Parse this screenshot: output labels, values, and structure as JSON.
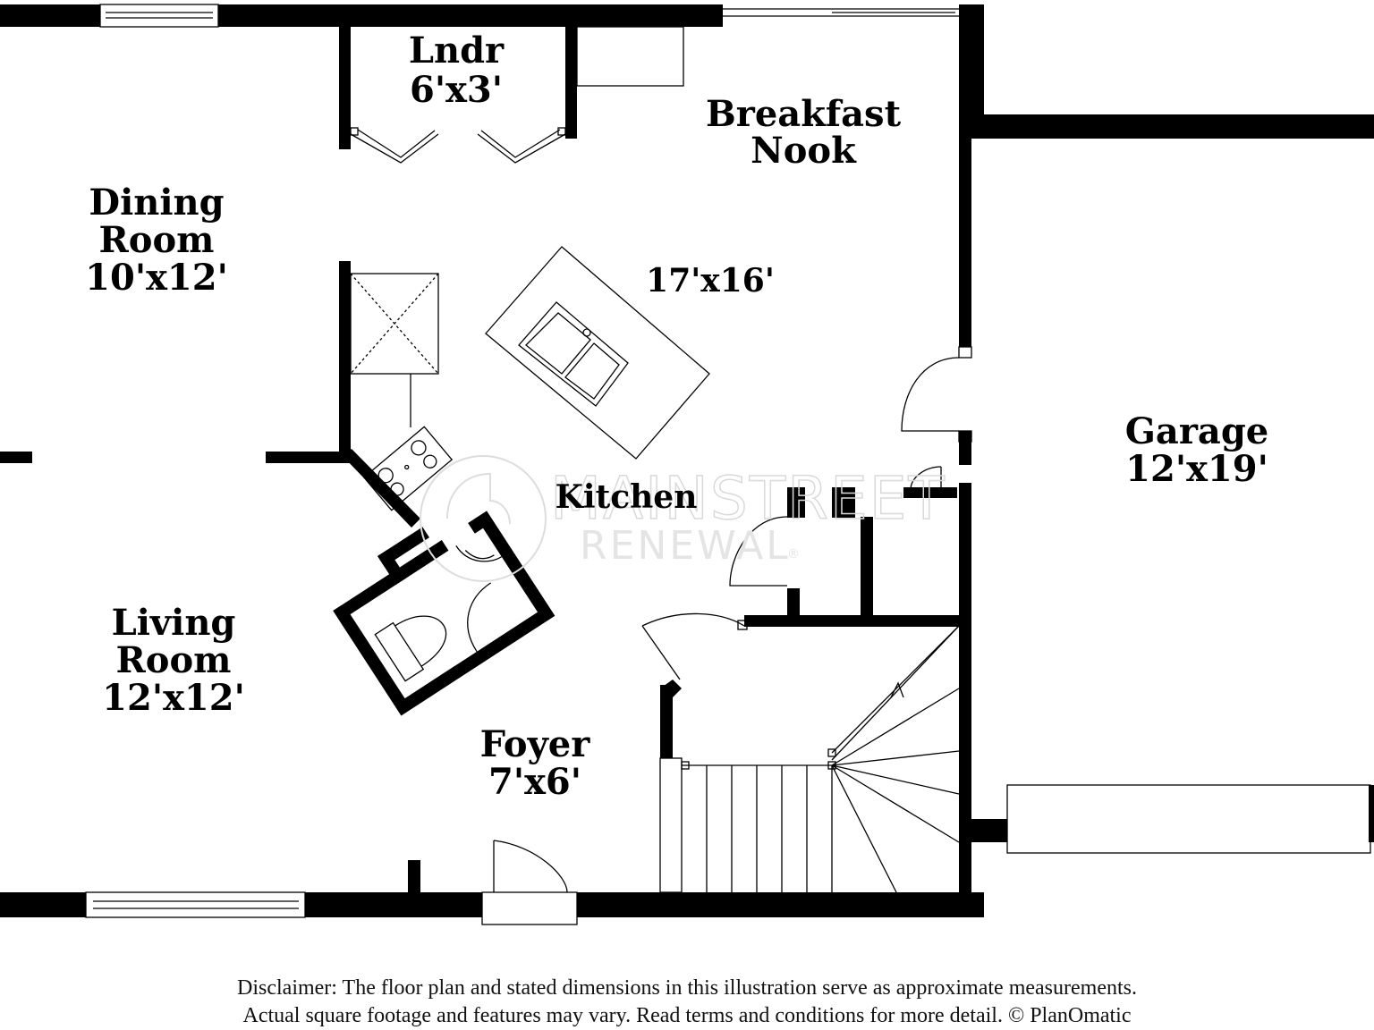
{
  "rooms": {
    "laundry": {
      "name": "Lndr",
      "dims": "6'x3'"
    },
    "breakfast_nook": {
      "name_line1": "Breakfast",
      "name_line2": "Nook"
    },
    "dining_room": {
      "name_line1": "Dining",
      "name_line2": "Room",
      "dims": "10'x12'"
    },
    "kitchen": {
      "name": "Kitchen",
      "dims": "17'x16'"
    },
    "garage": {
      "name": "Garage",
      "dims": "12'x19'"
    },
    "living_room": {
      "name_line1": "Living",
      "name_line2": "Room",
      "dims": "12'x12'"
    },
    "foyer": {
      "name": "Foyer",
      "dims": "7'x6'"
    }
  },
  "watermark": {
    "line1": "MAINSTREET",
    "line2": "RENEWAL",
    "mark": "®"
  },
  "disclaimer": {
    "line1": "Disclaimer: The floor plan and stated dimensions in this illustration serve as approximate measurements.",
    "line2": "Actual square footage and features may vary. Read terms and conditions for more detail. © PlanOmatic"
  },
  "colors": {
    "wall": "#000000",
    "background": "#ffffff",
    "watermark": "#d9d9d9"
  },
  "icons": [
    "sink-icon",
    "stove-icon",
    "toilet-icon",
    "vanity-sink-icon",
    "fridge-icon",
    "door-swing-icon",
    "window-icon",
    "stairs-icon"
  ]
}
